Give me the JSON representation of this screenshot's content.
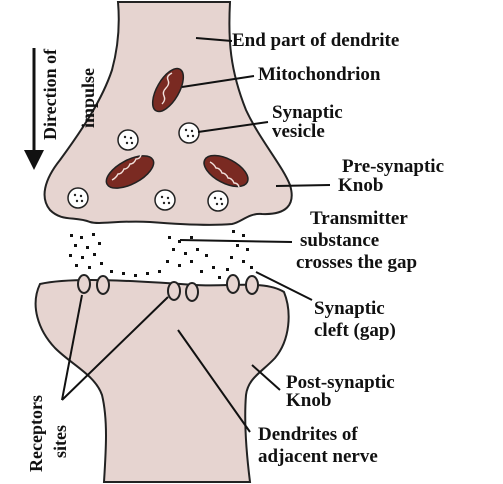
{
  "labels": {
    "end_part_dendrite": "End part of dendrite",
    "mitochondrion": "Mitochondrion",
    "synaptic_vesicle_1": "Synaptic",
    "synaptic_vesicle_2": "vesicle",
    "pre_synaptic_1": "Pre-synaptic",
    "pre_synaptic_2": "Knob",
    "transmitter_1": "Transmitter",
    "transmitter_2": "substance",
    "transmitter_3": "crosses the gap",
    "cleft_1": "Synaptic",
    "cleft_2": "cleft (gap)",
    "post_synaptic_1": "Post-synaptic",
    "post_synaptic_2": "Knob",
    "dendrites_1": "Dendrites of",
    "dendrites_2": "adjacent nerve",
    "direction_1": "Direction of",
    "direction_2": "impulse",
    "receptors_1": "Receptors",
    "receptors_2": "sites"
  },
  "colors": {
    "membrane_fill": "#e6d4d0",
    "outline": "#222222",
    "mitochondrion": "#7a2a22",
    "background": "#ffffff"
  }
}
